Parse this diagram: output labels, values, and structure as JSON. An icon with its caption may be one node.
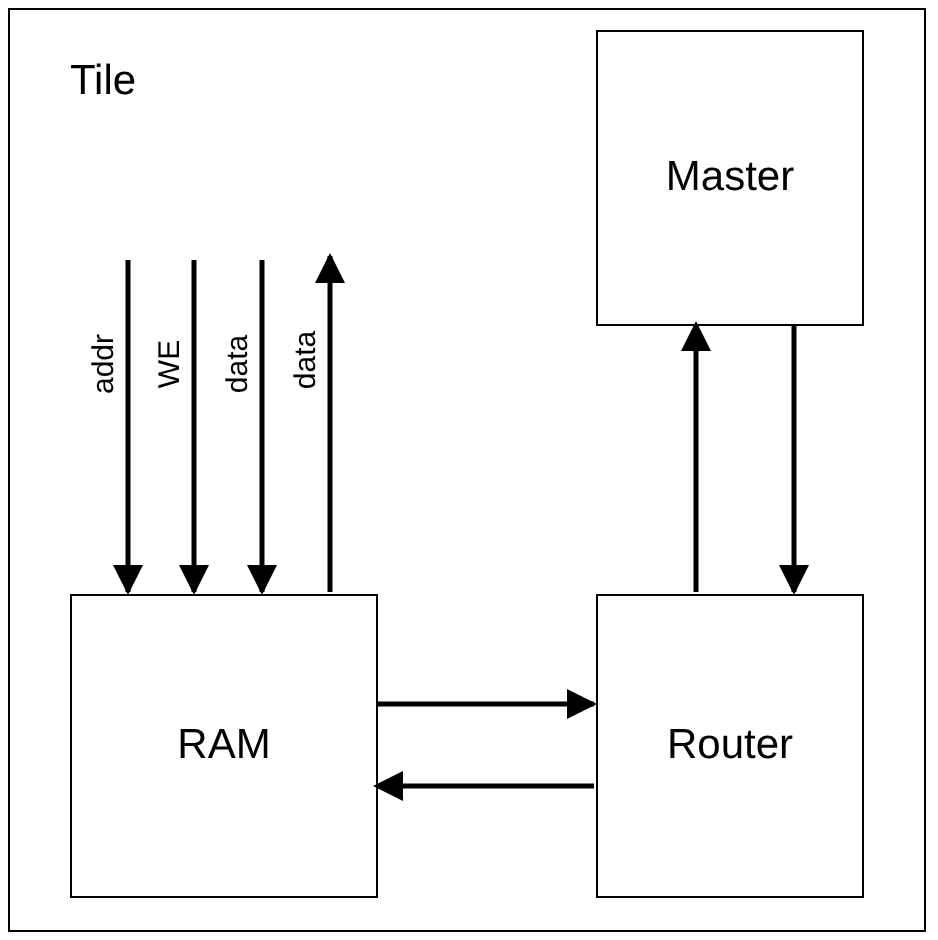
{
  "diagram": {
    "nodes": [
      {
        "text": [
          "Tile"
        ]
      },
      {
        "text": [
          "Master"
        ],
        "in": 0
      },
      {
        "text": [
          "RAM"
        ],
        "in": 0
      },
      {
        "text": [
          "Router"
        ],
        "in": 0
      }
    ],
    "edges": [
      {
        "from": null,
        "to": 2,
        "arrow": "to",
        "label": "addr"
      },
      {
        "from": null,
        "to": 2,
        "arrow": "to",
        "label": "WE"
      },
      {
        "from": null,
        "to": 2,
        "arrow": "to",
        "label": "data"
      },
      {
        "from": 2,
        "to": null,
        "arrow": "to",
        "label": "data"
      },
      {
        "from": 2,
        "to": 3,
        "arrow": "to"
      },
      {
        "from": 3,
        "to": 2,
        "arrow": "to"
      },
      {
        "from": 3,
        "to": 1,
        "arrow": "to"
      },
      {
        "from": 1,
        "to": 3,
        "arrow": "to"
      }
    ]
  }
}
